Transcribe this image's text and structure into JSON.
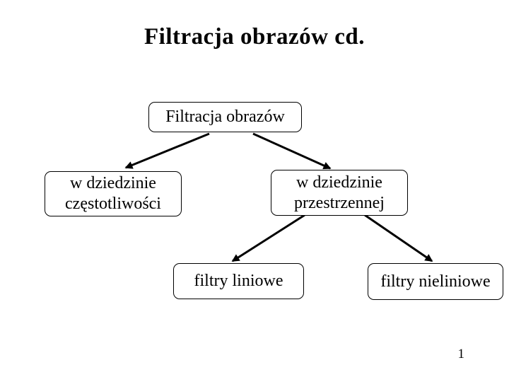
{
  "slide": {
    "title": "Filtracja obrazów cd.",
    "page_number": "1"
  },
  "diagram": {
    "type": "tree",
    "nodes": {
      "root": {
        "label": "Filtracja obrazów"
      },
      "frequency": {
        "label": "w dziedzinie\nczęstotliwości"
      },
      "spatial": {
        "label": "w dziedzinie\nprzestrzennej"
      },
      "linear": {
        "label": "filtry liniowe"
      },
      "nonlinear": {
        "label": "filtry nieliniowe"
      }
    },
    "edges": [
      {
        "from": "root",
        "to": "frequency"
      },
      {
        "from": "root",
        "to": "spatial"
      },
      {
        "from": "spatial",
        "to": "linear"
      },
      {
        "from": "spatial",
        "to": "nonlinear"
      }
    ]
  },
  "colors": {
    "background": "#ffffff",
    "text": "#000000",
    "box_border": "#000000",
    "box_fill": "#ffffff",
    "arrow": "#000000"
  }
}
